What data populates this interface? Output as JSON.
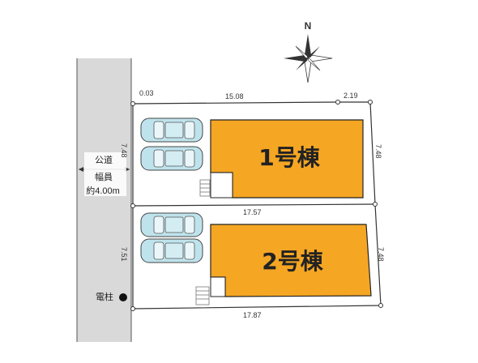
{
  "compass": {
    "north_label": "N",
    "icon": "compass-rose-icon"
  },
  "road": {
    "name": "公道",
    "width_label": "幅員",
    "width_value": "約4.00m"
  },
  "utility_pole": {
    "label": "電柱",
    "icon": "utility-pole-icon"
  },
  "buildings": [
    {
      "name": "1号棟"
    },
    {
      "name": "2号棟"
    }
  ],
  "dimensions": {
    "top_left_offset": "0.03",
    "top_main": "15.08",
    "top_right": "2.19",
    "lot1_left": "7.48",
    "lot1_right": "7.48",
    "middle": "17.57",
    "lot2_left": "7.51",
    "lot2_right": "7.48",
    "bottom": "17.87"
  },
  "colors": {
    "road": "#d9d9d9",
    "building_fill": "#f5a623",
    "building_stroke": "#222222",
    "lot_line": "#333333"
  }
}
